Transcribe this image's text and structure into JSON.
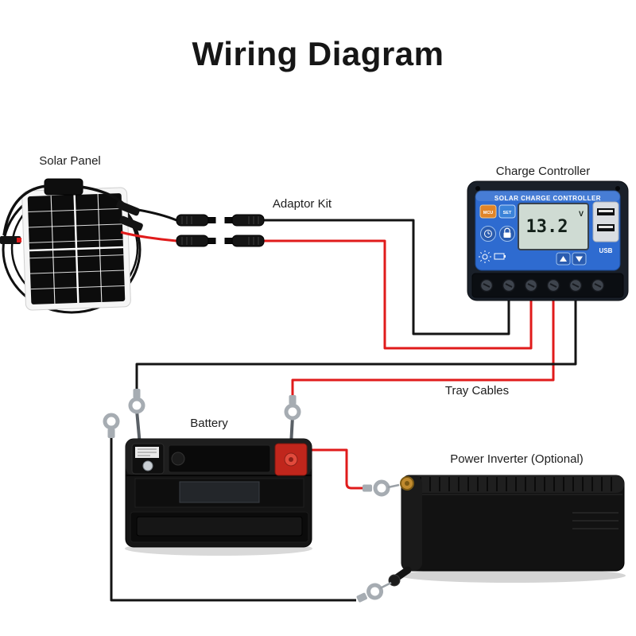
{
  "title": "Wiring Diagram",
  "labels": {
    "solar_panel": "Solar Panel",
    "adaptor_kit": "Adaptor Kit",
    "charge_controller": "Charge Controller",
    "tray_cables": "Tray Cables",
    "battery": "Battery",
    "power_inverter": "Power Inverter (Optional)"
  },
  "charge_controller": {
    "header": "SOLAR CHARGE CONTROLLER",
    "display_value": "13.2",
    "display_unit": "V",
    "usb_label": "USB",
    "button_mcu": "MCU",
    "button_set": "SET"
  },
  "colors": {
    "positive_wire": "#e01b1b",
    "negative_wire": "#141414",
    "controller_face": "#2e6bd0",
    "battery_terminal_red": "#c0261c",
    "inverter_stud_gold": "#c08a2e",
    "ring_terminal": "#a6acb2"
  }
}
